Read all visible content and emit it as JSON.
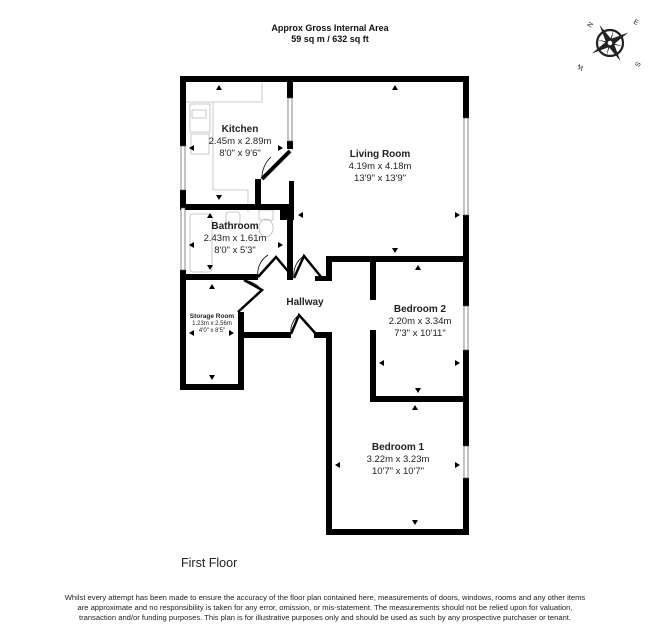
{
  "header": {
    "title": "Approx Gross Internal Area",
    "area": "59 sq m / 632 sq ft"
  },
  "compass": {
    "icon": "compass-rose-icon",
    "labels": {
      "n": "N",
      "e": "E",
      "s": "S",
      "w": "W"
    }
  },
  "rooms": [
    {
      "id": "kitchen",
      "name": "Kitchen",
      "metric": "2.45m x 2.89m",
      "imperial": "8'0\" x 9'6\""
    },
    {
      "id": "living-room",
      "name": "Living Room",
      "metric": "4.19m x 4.18m",
      "imperial": "13'9\" x 13'9\""
    },
    {
      "id": "bathroom",
      "name": "Bathroom",
      "metric": "2.43m x 1.61m",
      "imperial": "8'0\" x 5'3\""
    },
    {
      "id": "storage-room",
      "name": "Storage Room",
      "metric": "1.23m x 2.56m",
      "imperial": "4'0\" x 8'5\""
    },
    {
      "id": "hallway",
      "name": "Hallway",
      "metric": "",
      "imperial": ""
    },
    {
      "id": "bedroom-2",
      "name": "Bedroom 2",
      "metric": "2.20m x 3.34m",
      "imperial": "7'3\" x 10'11\""
    },
    {
      "id": "bedroom-1",
      "name": "Bedroom 1",
      "metric": "3.22m x 3.23m",
      "imperial": "10'7\" x 10'7\""
    }
  ],
  "floor": {
    "name": "First Floor"
  },
  "disclaimer": "Whilst every attempt has been made to ensure the accuracy of the floor plan contained here, measurements of doors, windows, rooms and any other items are approximate and no responsibility is taken for any error, omission, or mis-statement. The measurements should not be relied upon for valuation, transaction and/or funding purposes. This plan is for illustrative purposes only and should be used as such by any prospective purchaser or tenant.",
  "colors": {
    "wall": "#000000",
    "fixture": "#bbbbbb",
    "background": "#ffffff",
    "text": "#222222"
  }
}
